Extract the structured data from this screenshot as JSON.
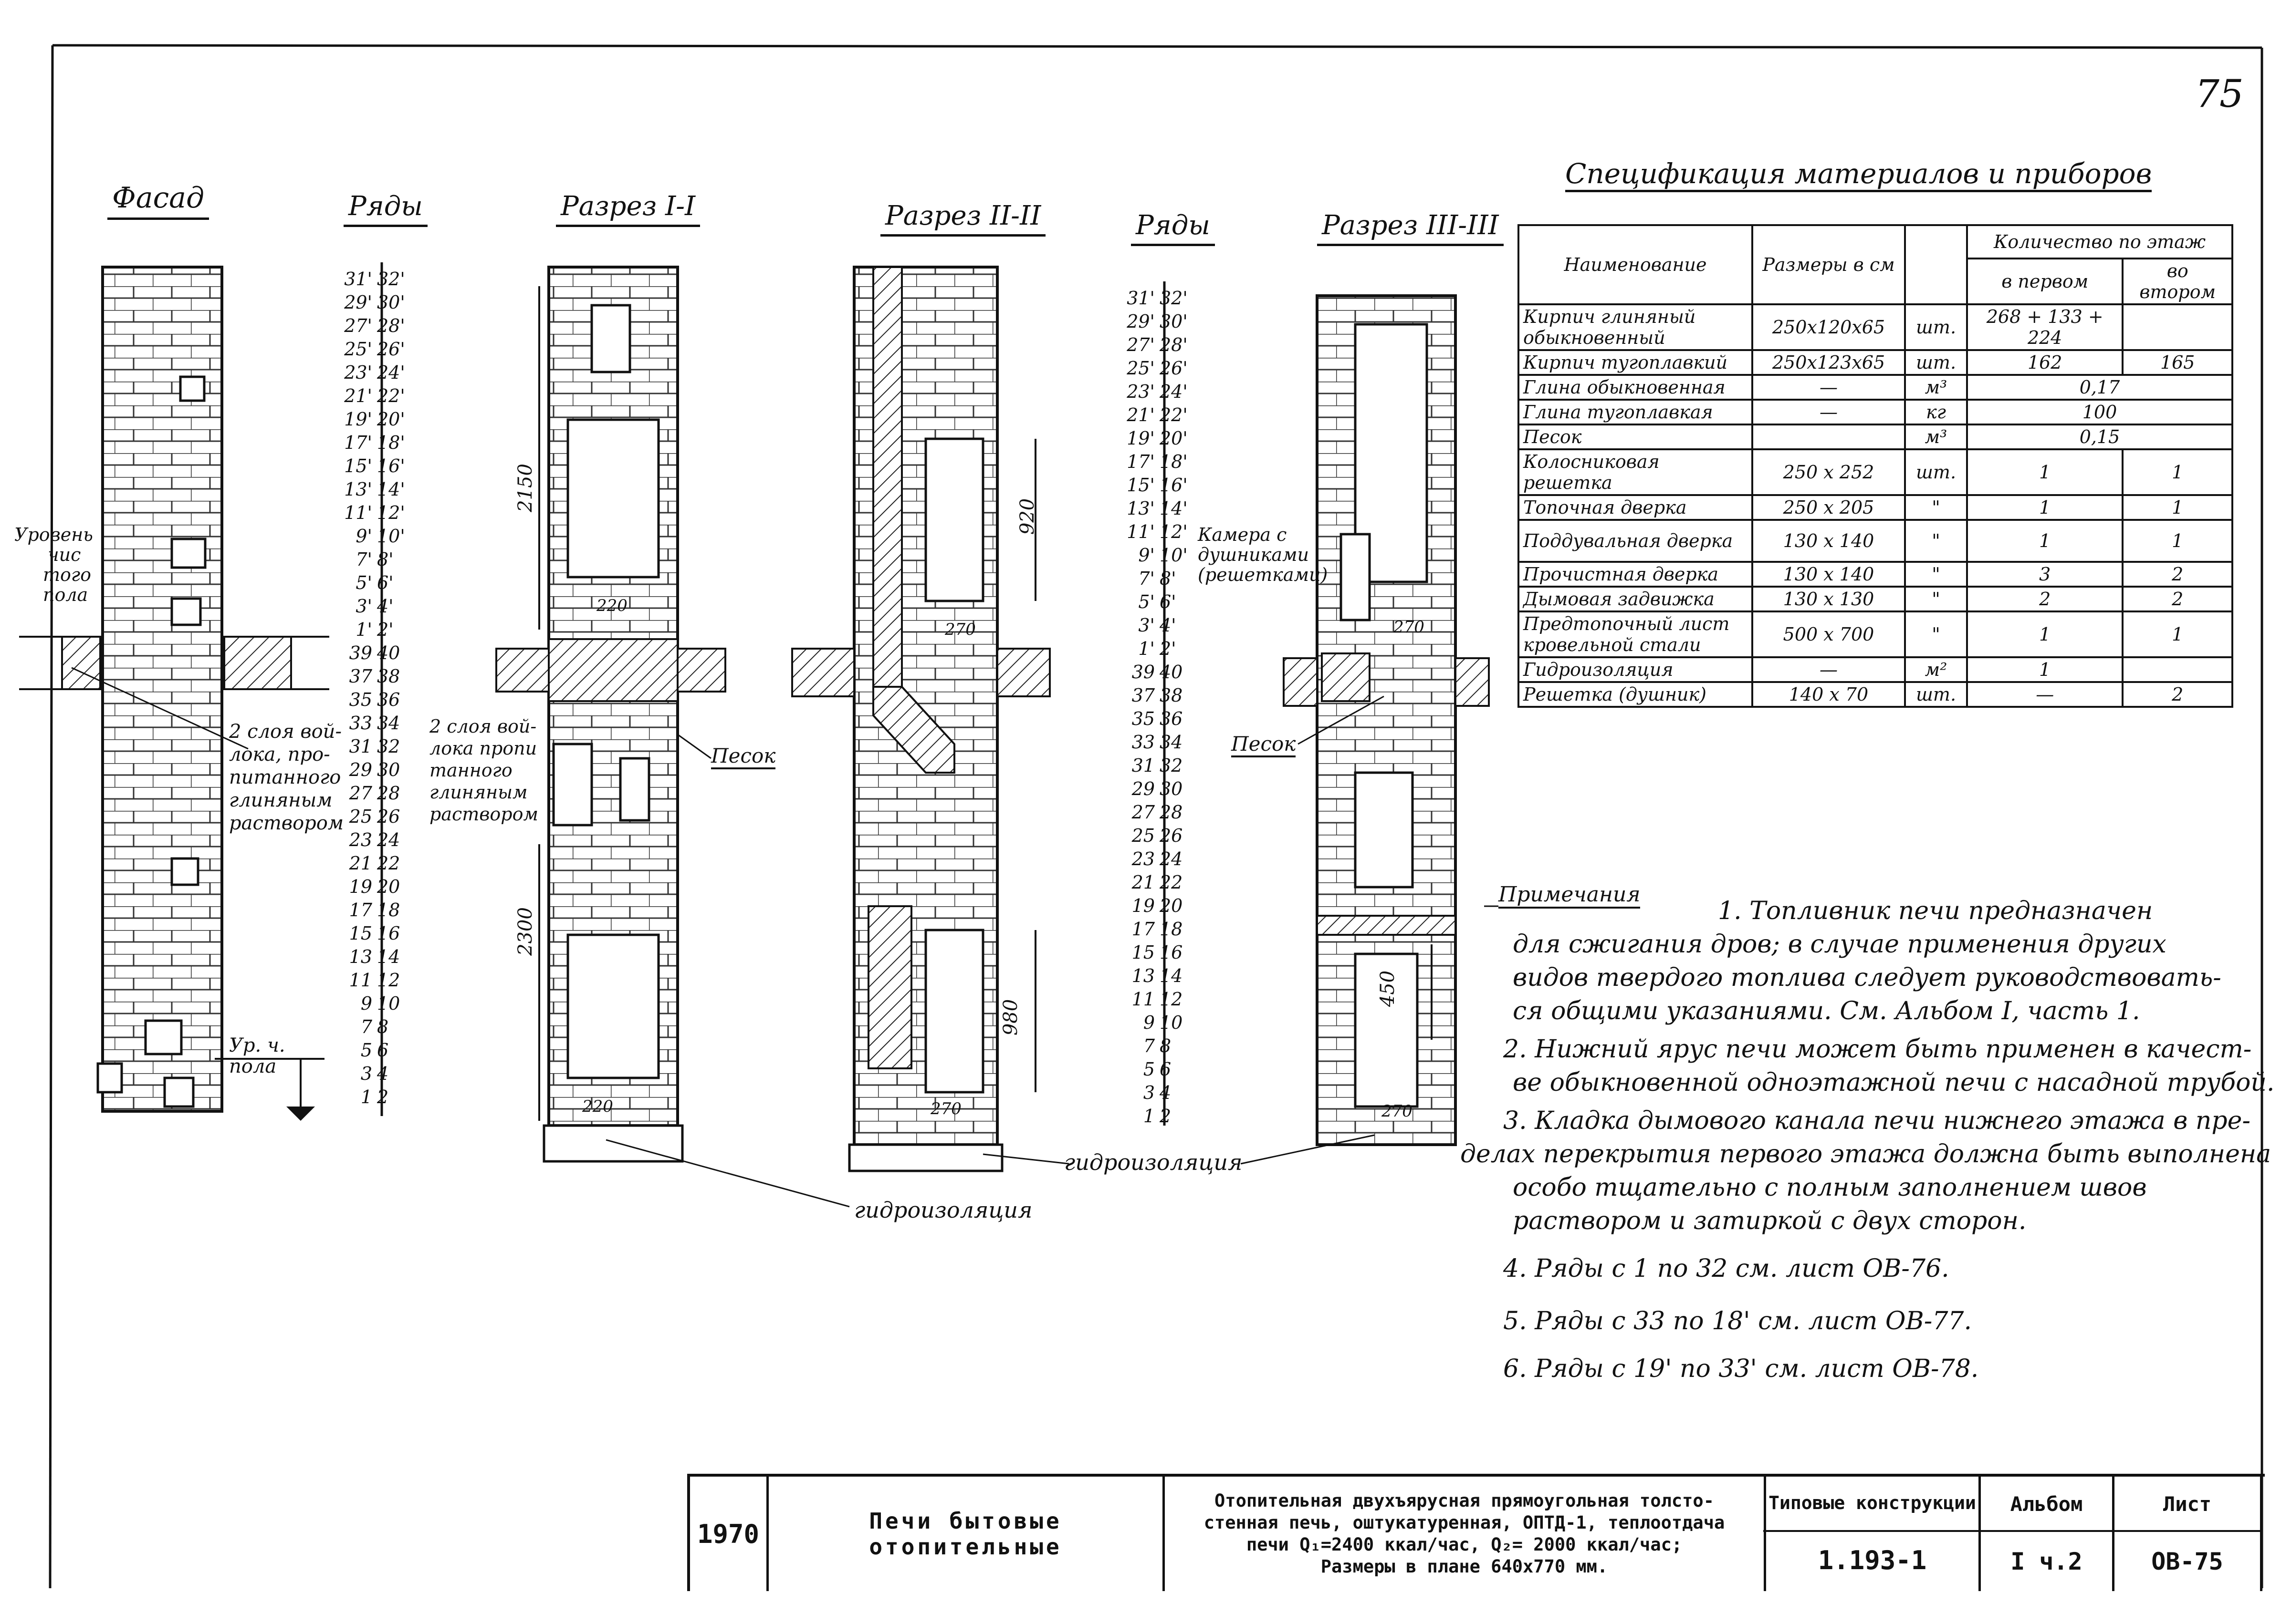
{
  "sheet_number": "75",
  "sections": {
    "facade": "Фасад",
    "rows1": "Ряды",
    "cut1": "Разрез I-I",
    "cut2": "Разрез II-II",
    "rows2": "Ряды",
    "cut3": "Разрез III-III"
  },
  "rows_left": {
    "col1": [
      "31'",
      "29'",
      "27'",
      "25'",
      "23'",
      "21'",
      "19'",
      "17'",
      "15'",
      "13'",
      "11'",
      "9'",
      "7'",
      "5'",
      "3'",
      "1'",
      "39",
      "37",
      "35",
      "33",
      "31",
      "29",
      "27",
      "25",
      "23",
      "21",
      "19",
      "17",
      "15",
      "13",
      "11",
      "9",
      "7",
      "5",
      "3",
      "1"
    ],
    "col2": [
      "32'",
      "30'",
      "28'",
      "26'",
      "24'",
      "22'",
      "20'",
      "18'",
      "16'",
      "14'",
      "12'",
      "10'",
      "8'",
      "6'",
      "4'",
      "2'",
      "40",
      "38",
      "36",
      "34",
      "32",
      "30",
      "28",
      "26",
      "24",
      "22",
      "20",
      "18",
      "16",
      "14",
      "12",
      "10",
      "8",
      "6",
      "4",
      "2"
    ]
  },
  "rows_right": {
    "col1": [
      "31'",
      "29'",
      "27'",
      "25'",
      "23'",
      "21'",
      "19'",
      "17'",
      "15'",
      "13'",
      "11'",
      "9'",
      "7'",
      "5'",
      "3'",
      "1'",
      "39",
      "37",
      "35",
      "33",
      "31",
      "29",
      "27",
      "25",
      "23",
      "21",
      "19",
      "17",
      "15",
      "13",
      "11",
      "9",
      "7",
      "5",
      "3",
      "1"
    ],
    "col2": [
      "32'",
      "30'",
      "28'",
      "26'",
      "24'",
      "22'",
      "20'",
      "18'",
      "16'",
      "14'",
      "12'",
      "10'",
      "8'",
      "6'",
      "4'",
      "2'",
      "40",
      "38",
      "36",
      "34",
      "32",
      "30",
      "28",
      "26",
      "24",
      "22",
      "20",
      "18",
      "16",
      "14",
      "12",
      "10",
      "8",
      "6",
      "4",
      "2"
    ]
  },
  "drawing_labels": {
    "level_top_l1": "Уровень",
    "level_top_l2": "чис",
    "level_top_l3": "того",
    "level_top_l4": "пола",
    "felt_l1": "2 слоя вой-",
    "felt_l2": "лока, про-",
    "felt_l3": "питанного",
    "felt_l4": "глиняным",
    "felt_l5": "раствором",
    "felt2_l1": "2 слоя вой-",
    "felt2_l2": "лока пропи",
    "felt2_l3": "танного",
    "felt2_l4": "глиняным",
    "felt2_l5": "раствором",
    "level_bot_l1": "Ур. ч.",
    "level_bot_l2": "пола",
    "sand1": "Песок",
    "sand2": "Песок",
    "dim_2150": "2150",
    "dim_2300": "2300",
    "dim_920": "920",
    "dim_980": "980",
    "dim_450": "450",
    "d220a": "220",
    "d220b": "220",
    "d270a": "270",
    "d270b": "270",
    "d270c": "270",
    "d270d": "270",
    "chamber_l1": "Камера с",
    "chamber_l2": "душниками",
    "chamber_l3": "(решетками)",
    "hydro1": "гидроизоляция",
    "hydro2": "гидроизоляция"
  },
  "spec": {
    "title": "Спецификация материалов и приборов",
    "headers": {
      "name": "Наименование",
      "size": "Размеры в см",
      "unit": "",
      "qty": "Количество по этаж",
      "first": "в первом",
      "second": "во втором"
    },
    "rows": [
      {
        "name": "Кирпич глиняный обыкновенный",
        "size": "250x120x65",
        "unit": "шт.",
        "first": "268 + 133 + 224",
        "second": ""
      },
      {
        "name": "Кирпич тугоплавкий",
        "size": "250x123x65",
        "unit": "шт.",
        "first": "162",
        "second": "165"
      },
      {
        "name": "Глина обыкновенная",
        "size": "—",
        "unit": "м³",
        "first": "0,17",
        "second": ""
      },
      {
        "name": "Глина тугоплавкая",
        "size": "—",
        "unit": "кг",
        "first": "100",
        "second": ""
      },
      {
        "name": "Песок",
        "size": "",
        "unit": "м³",
        "first": "0,15",
        "second": ""
      },
      {
        "name": "Колосниковая решетка",
        "size": "250 x 252",
        "unit": "шт.",
        "first": "1",
        "second": "1"
      },
      {
        "name": "Топочная дверка",
        "size": "250 x 205",
        "unit": "\"",
        "first": "1",
        "second": "1"
      },
      {
        "name": "Поддувальная дверка",
        "size": "130 x 140",
        "unit": "\"",
        "first": "1",
        "second": "1"
      },
      {
        "name": "Прочистная дверка",
        "size": "130 x 140",
        "unit": "\"",
        "first": "3",
        "second": "2"
      },
      {
        "name": "Дымовая задвижка",
        "size": "130 x 130",
        "unit": "\"",
        "first": "2",
        "second": "2"
      },
      {
        "name": "Предтопочный лист кровельной стали",
        "size": "500 x 700",
        "unit": "\"",
        "first": "1",
        "second": "1"
      },
      {
        "name": "Гидроизоляция",
        "size": "—",
        "unit": "м²",
        "first": "1",
        "second": ""
      },
      {
        "name": "Решетка (душник)",
        "size": "140 x 70",
        "unit": "шт.",
        "first": "—",
        "second": "2"
      }
    ]
  },
  "notes": {
    "title": "Примечания",
    "n1a": "1. Топливник печи предназначен",
    "n1b": "для сжигания дров; в случае применения других",
    "n1c": "видов твердого топлива следует руководствовать-",
    "n1d": "ся общими указаниями. См. Альбом I, часть 1.",
    "n2a": "2. Нижний ярус печи может быть применен в качест-",
    "n2b": "ве обыкновенной одноэтажной печи с насадной трубой.",
    "n3a": "3. Кладка дымового канала печи нижнего этажа в пре-",
    "n3b": "делах перекрытия первого этажа должна быть выполнена",
    "n3c": "особо тщательно с полным заполнением швов",
    "n3d": "раствором и затиркой с двух сторон.",
    "n4": "4. Ряды с 1 по 32 см. лист ОВ-76.",
    "n5": "5. Ряды с 33 по 18' см. лист ОВ-77.",
    "n6": "6. Ряды с 19' по 33' см. лист ОВ-78."
  },
  "stamp": {
    "year": "1970",
    "type_l1": "Печи бытовые",
    "type_l2": "отопительные",
    "desc_l1": "Отопительная двухъярусная прямоугольная толсто-",
    "desc_l2": "стенная печь, оштукатуренная, ОПТД-1, теплоотдача",
    "desc_l3": "печи Q₁=2400 ккал/час, Q₂= 2000 ккал/час;",
    "desc_l4": "Размеры в плане 640x770 мм.",
    "series_label": "Типовые конструкции",
    "series_value": "1.193-1",
    "album_label": "Альбом",
    "album_value": "I ч.2",
    "sheet_label": "Лист",
    "sheet_value": "ОВ-75"
  }
}
